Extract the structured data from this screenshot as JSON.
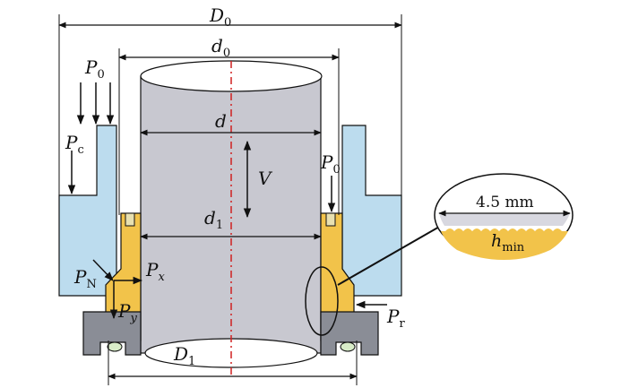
{
  "labels": {
    "D0_main": "D",
    "D0_sub": "0",
    "d0_main": "d",
    "d0_sub": "0",
    "P0_left_main": "P",
    "P0_left_sub": "0",
    "Pc_main": "P",
    "Pc_sub": "c",
    "d_main": "d",
    "V": "V",
    "P0_right_main": "P",
    "P0_right_sub": "0",
    "d1_main": "d",
    "d1_sub": "1",
    "PN_main": "P",
    "PN_sub": "N",
    "Px_main": "P",
    "Px_sub": "x",
    "Py_main": "P",
    "Py_sub": "y",
    "Pr_main": "P",
    "Pr_sub": "r",
    "D1_main": "D",
    "D1_sub": "1",
    "detail_dim": "4.5 mm",
    "hmin_main": "h",
    "hmin_sub": "min"
  },
  "colors": {
    "fluid": "#bcdcee",
    "rod": "#c8c8d0",
    "rod_top": "#ffffff",
    "seal": "#f2c34a",
    "base": "#8a8d96",
    "outline": "#111111",
    "centerline": "#d02020",
    "oring": "#d8ecc8"
  }
}
